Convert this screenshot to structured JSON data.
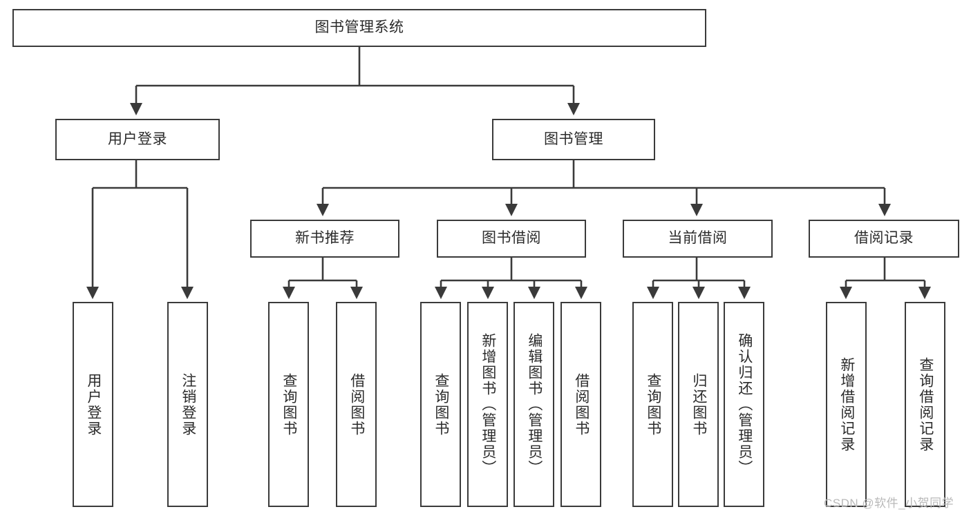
{
  "diagram": {
    "title": "图书管理系统",
    "watermark": "CSDN @软件_小贺同学",
    "stroke_color": "#3a3a3a",
    "text_color": "#2b2b2b",
    "background": "#ffffff",
    "nodes": {
      "root": {
        "label": "图书管理系统",
        "orientation": "horizontal"
      },
      "l2": [
        {
          "id": "user-login",
          "label": "用户登录",
          "orientation": "horizontal"
        },
        {
          "id": "book-manage",
          "label": "图书管理",
          "orientation": "horizontal"
        }
      ],
      "l3": [
        {
          "id": "new-book-recommend",
          "label": "新书推荐",
          "orientation": "horizontal"
        },
        {
          "id": "book-borrow",
          "label": "图书借阅",
          "orientation": "horizontal"
        },
        {
          "id": "current-borrow",
          "label": "当前借阅",
          "orientation": "horizontal"
        },
        {
          "id": "borrow-record",
          "label": "借阅记录",
          "orientation": "horizontal"
        }
      ],
      "leaves": [
        {
          "id": "leaf-user-login",
          "label": "用户登录",
          "orientation": "vertical",
          "parent": "user-login"
        },
        {
          "id": "leaf-logout",
          "label": "注销登录",
          "orientation": "vertical",
          "parent": "user-login"
        },
        {
          "id": "leaf-query-book-1",
          "label": "查询图书",
          "orientation": "vertical",
          "parent": "new-book-recommend"
        },
        {
          "id": "leaf-borrow-book-1",
          "label": "借阅图书",
          "orientation": "vertical",
          "parent": "new-book-recommend"
        },
        {
          "id": "leaf-query-book-2",
          "label": "查询图书",
          "orientation": "vertical",
          "parent": "book-borrow"
        },
        {
          "id": "leaf-add-book",
          "label": "新增图书（管理员）",
          "orientation": "vertical",
          "parent": "book-borrow"
        },
        {
          "id": "leaf-edit-book",
          "label": "编辑图书（管理员）",
          "orientation": "vertical",
          "parent": "book-borrow"
        },
        {
          "id": "leaf-borrow-book-2",
          "label": "借阅图书",
          "orientation": "vertical",
          "parent": "book-borrow"
        },
        {
          "id": "leaf-query-book-3",
          "label": "查询图书",
          "orientation": "vertical",
          "parent": "current-borrow"
        },
        {
          "id": "leaf-return-book",
          "label": "归还图书",
          "orientation": "vertical",
          "parent": "current-borrow"
        },
        {
          "id": "leaf-confirm-return",
          "label": "确认归还（管理员）",
          "orientation": "vertical",
          "parent": "current-borrow"
        },
        {
          "id": "leaf-add-record",
          "label": "新增借阅记录",
          "orientation": "vertical",
          "parent": "borrow-record"
        },
        {
          "id": "leaf-query-record",
          "label": "查询借阅记录",
          "orientation": "vertical",
          "parent": "borrow-record"
        }
      ]
    }
  }
}
